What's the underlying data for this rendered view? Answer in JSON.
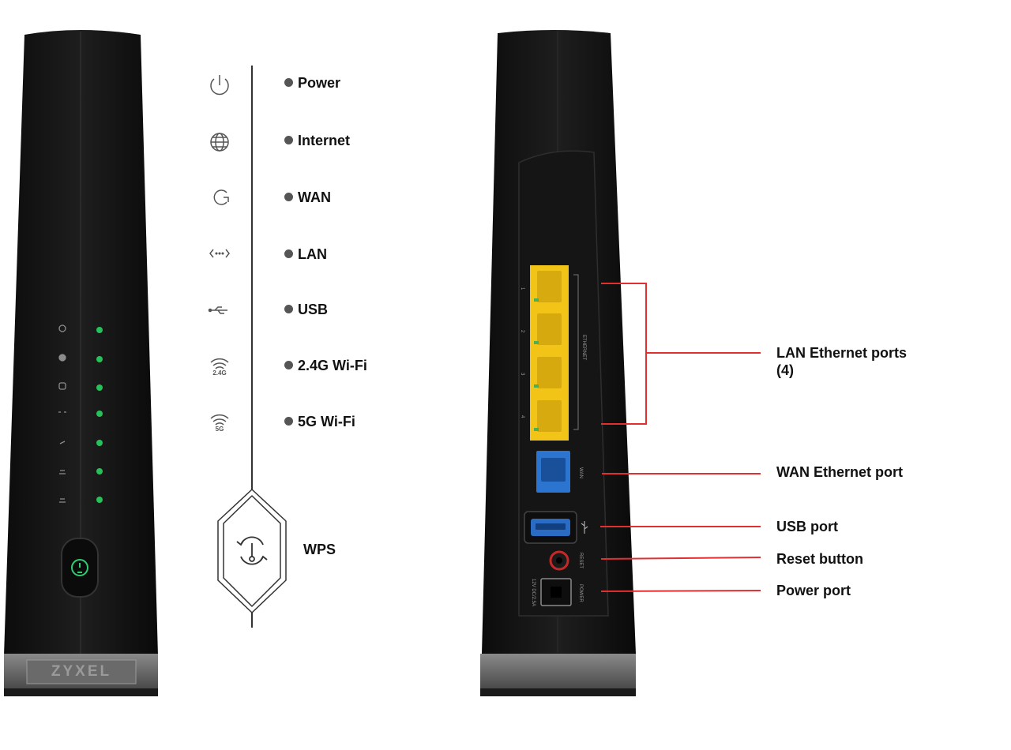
{
  "led_legend": [
    {
      "label": "Power",
      "icon": "power-icon"
    },
    {
      "label": "Internet",
      "icon": "globe-icon"
    },
    {
      "label": "WAN",
      "icon": "wan-icon"
    },
    {
      "label": "LAN",
      "icon": "lan-icon"
    },
    {
      "label": "USB",
      "icon": "usb-icon"
    },
    {
      "label": "2.4G Wi-Fi",
      "icon": "wifi-2g-icon",
      "icon_text": "2.4G"
    },
    {
      "label": "5G Wi-Fi",
      "icon": "wifi-5g-icon",
      "icon_text": "5G"
    }
  ],
  "wps": {
    "label": "WPS",
    "icon": "wps-icon"
  },
  "front_panel": {
    "brand": "ZYXEL",
    "led_color": "#27c15a",
    "wps_glow": "#2ecc71"
  },
  "rear_panel": {
    "lan_port_numbers": [
      "1",
      "2",
      "3",
      "4"
    ],
    "ethernet_text": "ETHERNET",
    "wan_text": "WAN",
    "reset_text": "RESET",
    "power_text": "POWER",
    "power_rating": "12V DC/2.5A",
    "lan_port_color": "#f2c418",
    "wan_port_color": "#2b74d0",
    "usb_port_color": "#2a6cc4"
  },
  "callouts": [
    {
      "label": "LAN Ethernet ports",
      "label_line2": "(4)"
    },
    {
      "label": "WAN Ethernet port"
    },
    {
      "label": "USB port"
    },
    {
      "label": "Reset button"
    },
    {
      "label": "Power port"
    }
  ],
  "callout_color": "#e03030"
}
